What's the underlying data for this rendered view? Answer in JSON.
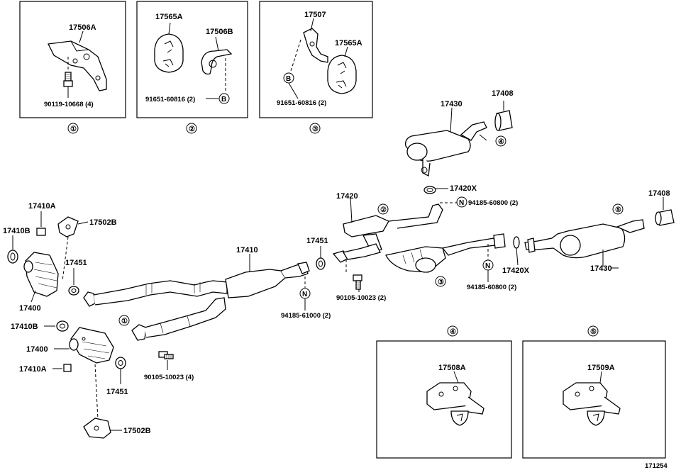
{
  "figure_id": "171254",
  "insets": [
    {
      "number": "①",
      "parts": [
        "17506A",
        "90119-10668 (4)"
      ]
    },
    {
      "number": "②",
      "parts": [
        "17565A",
        "17506B",
        "91651-60816 (2)"
      ]
    },
    {
      "number": "③",
      "parts": [
        "17507",
        "17565A",
        "91651-60816 (2)"
      ]
    },
    {
      "number": "④",
      "parts": [
        "17508A"
      ]
    },
    {
      "number": "⑤",
      "parts": [
        "17509A"
      ]
    }
  ],
  "callout_letters": {
    "B": "B",
    "N": "N"
  },
  "labels": {
    "p17506A": "17506A",
    "p90119": "90119-10668 (4)",
    "p17565A_a": "17565A",
    "p17506B": "17506B",
    "p91651_a": "91651-60816 (2)",
    "p17507": "17507",
    "p17565A_b": "17565A",
    "p91651_b": "91651-60816 (2)",
    "p17430_a": "17430",
    "p17408_a": "17408",
    "p17420X_a": "17420X",
    "p17420": "17420",
    "p94185_a": "94185-60800 (2)",
    "p17408_b": "17408",
    "p17410A_a": "17410A",
    "p17502B_a": "17502B",
    "p17410B_a": "17410B",
    "p17451_a": "17451",
    "p17400_a": "17400",
    "p17410": "17410",
    "p17451_b": "17451",
    "p90105_a": "90105-10023 (2)",
    "p94185_b": "94185-61000 (2)",
    "p94185_c": "94185-60800 (2)",
    "p17420X_b": "17420X",
    "p17430_b": "17430",
    "p17410B_b": "17410B",
    "p17400_b": "17400",
    "p17410A_b": "17410A",
    "p17451_c": "17451",
    "p90105_b": "90105-10023 (4)",
    "p17502B_b": "17502B",
    "p17508A": "17508A",
    "p17509A": "17509A"
  },
  "circled_numbers": {
    "c1": "①",
    "c2": "②",
    "c3": "③",
    "c4": "④",
    "c5": "⑤",
    "c1b": "①",
    "c2b": "②",
    "c3b": "③",
    "c4b": "④",
    "c5b": "⑤",
    "c4c": "④",
    "c5c": "⑤"
  }
}
